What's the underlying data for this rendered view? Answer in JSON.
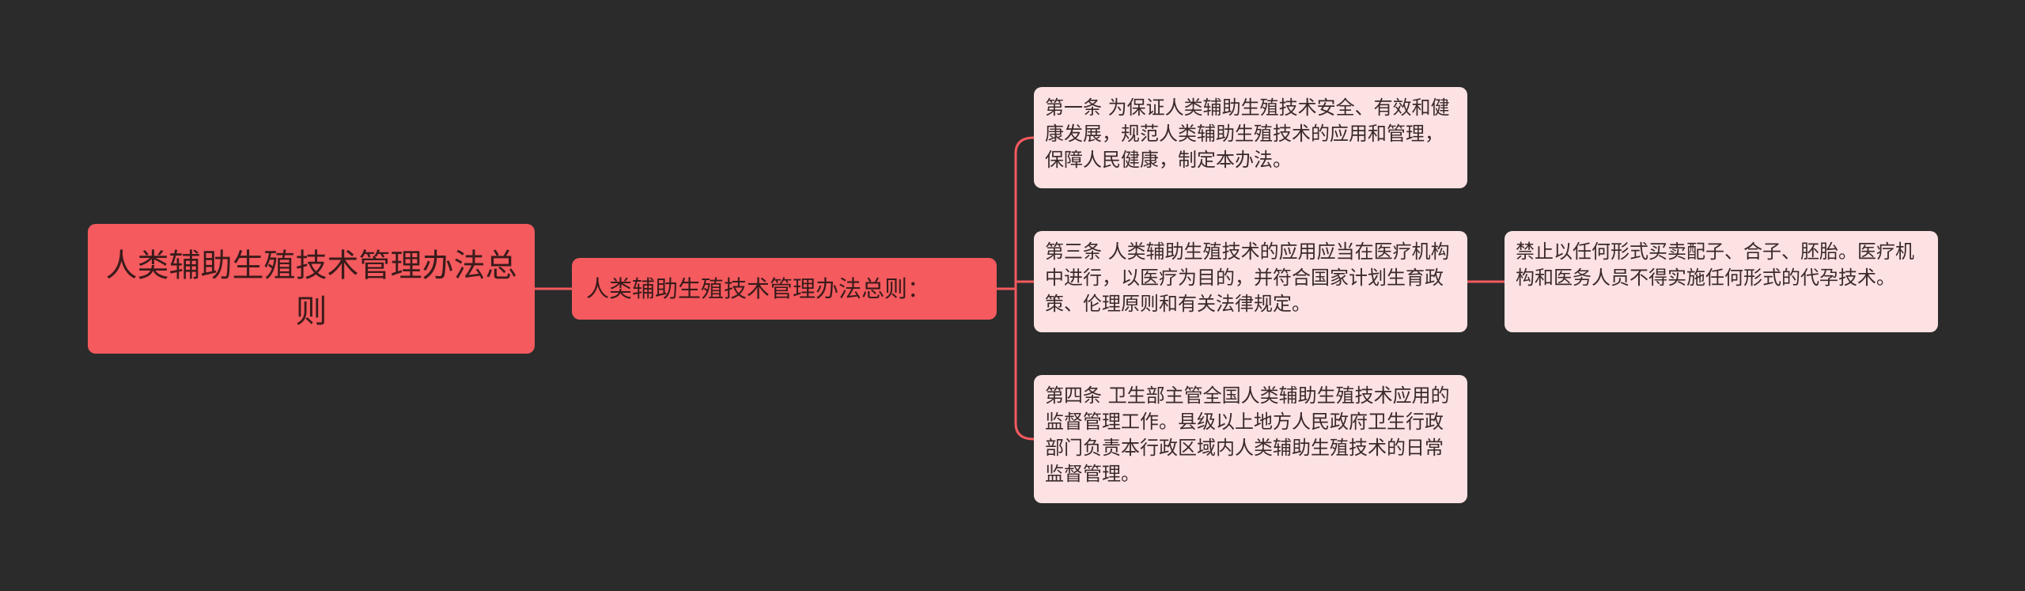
{
  "colors": {
    "background": "#2b2b2b",
    "root_fill": "#f45a5e",
    "root_text": "#3a1b1b",
    "branch_fill": "#f45a5e",
    "branch_text": "#3a1b1b",
    "leaf_fill": "#fde2e3",
    "leaf_text": "#3a2a2a",
    "connector": "#f45a5e"
  },
  "root": {
    "text": "人类辅助生殖技术管理办法总则"
  },
  "branch": {
    "text": "人类辅助生殖技术管理办法总则："
  },
  "leaves": [
    {
      "text": "第一条 为保证人类辅助生殖技术安全、有效和健康发展，规范人类辅助生殖技术的应用和管理，保障人民健康，制定本办法。"
    },
    {
      "text": "第三条 人类辅助生殖技术的应用应当在医疗机构中进行，以医疗为目的，并符合国家计划生育政策、伦理原则和有关法律规定。"
    },
    {
      "text": "第四条 卫生部主管全国人类辅助生殖技术应用的监督管理工作。县级以上地方人民政府卫生行政部门负责本行政区域内人类辅助生殖技术的日常监督管理。"
    }
  ],
  "sub_leaf": {
    "text": "禁止以任何形式买卖配子、合子、胚胎。医疗机构和医务人员不得实施任何形式的代孕技术。"
  }
}
